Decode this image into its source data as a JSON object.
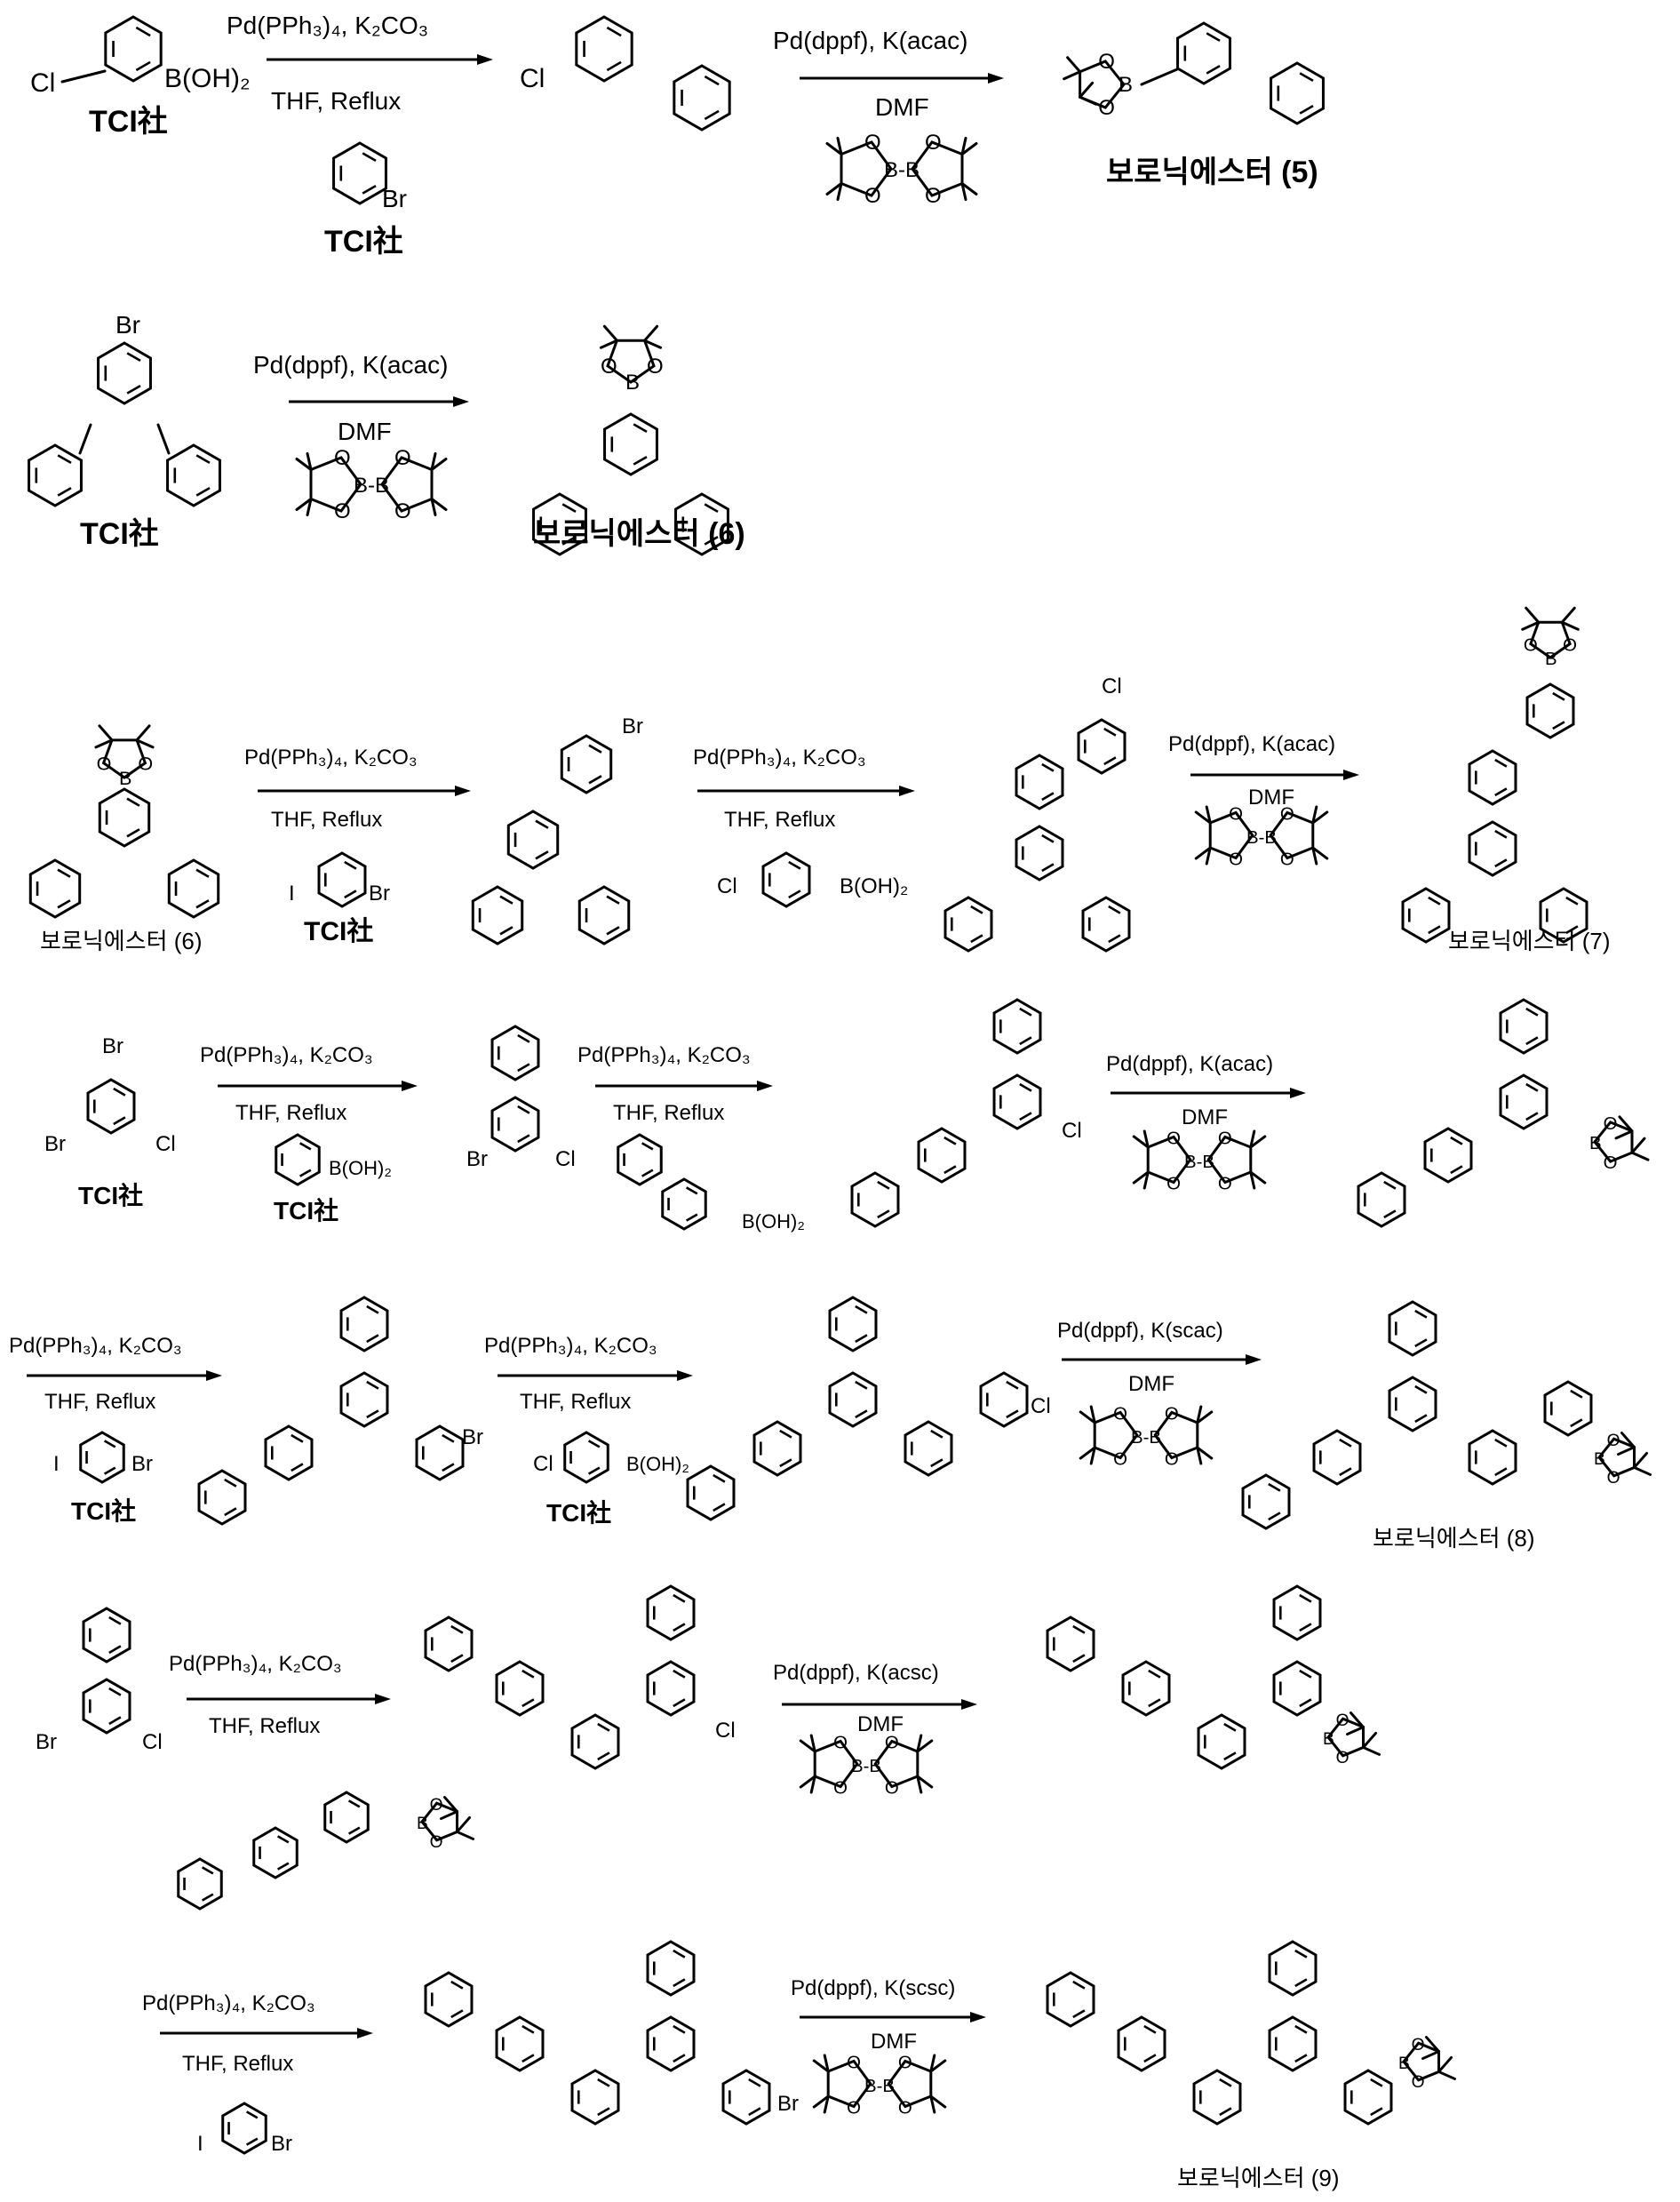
{
  "reagents": {
    "suzuki_bold": "Pd(PPh₃)₄, K₂CO₃",
    "suzuki": "Pd(PPh₃)₄, K₂CO₃",
    "reflux_bold": "THF, Reflux",
    "reflux": "THF, Reflux",
    "borylation": "Pd(dppf), K(acac)",
    "borylation_scsc": "Pd(dppf), K(scsc)",
    "borylation_acsc": "Pd(dppf), K(acsc)",
    "borylation_scac": "Pd(dppf), K(scac)",
    "dmf": "DMF"
  },
  "atoms": {
    "cl": "Cl",
    "br": "Br",
    "i": "I",
    "b": "B",
    "o": "O",
    "boronic_acid": "B(OH)₂",
    "bb": "B-B"
  },
  "labels": {
    "supplier": "TCI社",
    "ester5": "보로닉에스터 (5)",
    "ester6": "보로닉에스터 (6)",
    "ester7": "보로닉에스터 (7)",
    "ester8": "보로닉에스터 (8)",
    "ester9": "보로닉에스터 (9)"
  }
}
